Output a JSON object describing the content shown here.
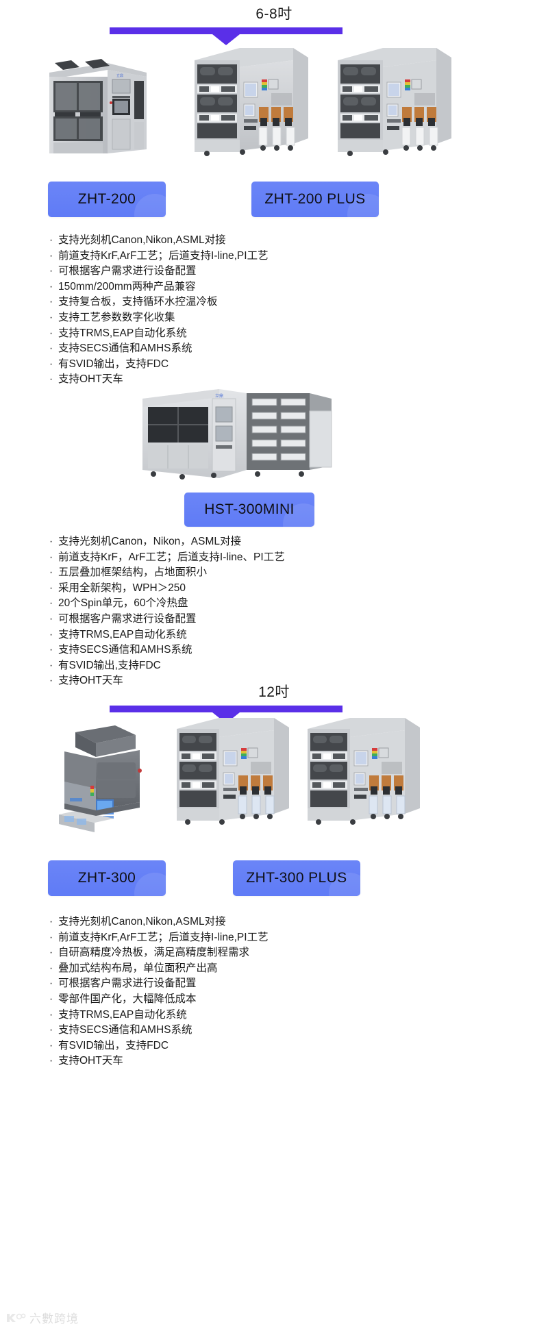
{
  "document": {
    "type": "product-spec-sheet",
    "background_color": "#ffffff",
    "accent_bar_color": "#5a2fe8",
    "chip_color": "#6277f6",
    "text_color": "#1b1b1b"
  },
  "sections": [
    {
      "id": "s1",
      "header": "6-8吋",
      "products": [
        {
          "id": "zht-200",
          "label": "ZHT-200"
        },
        {
          "id": "zht-200-plus",
          "label": "ZHT-200 PLUS"
        }
      ],
      "bullets": [
        "支持光刻机Canon,Nikon,ASML对接",
        "前道支持KrF,ArF工艺；后道支持I-line,PI工艺",
        "可根据客户需求进行设备配置",
        "150mm/200mm两种产品兼容",
        "支持复合板，支持循环水控温冷板",
        "支持工艺参数数字化收集",
        "支持TRMS,EAP自动化系统",
        "支持SECS通信和AMHS系统",
        "有SVID输出，支持FDC",
        "支持OHT天车"
      ]
    },
    {
      "id": "s2",
      "header": "",
      "products": [
        {
          "id": "hst-300mini",
          "label": "HST-300MINI"
        }
      ],
      "bullets": [
        "支持光刻机Canon，Nikon，ASML对接",
        "前道支持KrF，ArF工艺；后道支持I-line、PI工艺",
        "五层叠加框架结构，占地面积小",
        "采用全新架构，WPH＞250",
        "20个Spin单元，60个冷热盘",
        "可根据客户需求进行设备配置",
        "支持TRMS,EAP自动化系统",
        "支持SECS通信和AMHS系统",
        "有SVID输出,支持FDC",
        "支持OHT天车"
      ]
    },
    {
      "id": "s3",
      "header": "12吋",
      "products": [
        {
          "id": "zht-300",
          "label": "ZHT-300"
        },
        {
          "id": "zht-300-plus",
          "label": "ZHT-300 PLUS"
        }
      ],
      "bullets": [
        "支持光刻机Canon,Nikon,ASML对接",
        "前道支持KrF,ArF工艺；后道支持I-line,PI工艺",
        "自研高精度冷热板，满足高精度制程需求",
        "叠加式结构布局，单位面积产出高",
        "可根据客户需求进行设备配置",
        "零部件国产化，大幅降低成本",
        "支持TRMS,EAP自动化系统",
        "支持SECS通信和AMHS系统",
        "有SVID输出，支持FDC",
        "支持OHT天车"
      ]
    }
  ],
  "watermark": {
    "text": "六數跨境",
    "logo_icon": "six-data-logo-icon"
  }
}
